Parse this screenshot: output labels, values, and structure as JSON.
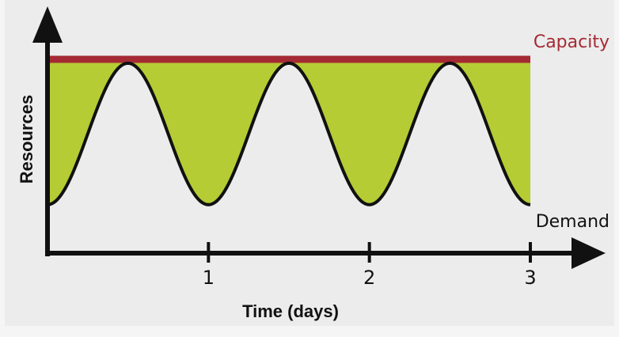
{
  "chart_data": {
    "type": "area",
    "xlabel": "Time (days)",
    "ylabel": "Resources",
    "xticks": [
      1,
      2,
      3
    ],
    "xlim": [
      0,
      3
    ],
    "ylim": [
      0,
      1.3
    ],
    "grid": false,
    "legend": "none",
    "series": [
      {
        "name": "Capacity",
        "color": "#a52a34",
        "x": [
          0,
          3
        ],
        "values": [
          1.0,
          1.0
        ]
      },
      {
        "name": "Demand",
        "color": "#111111",
        "x": [
          0,
          0.5,
          1,
          1.5,
          2,
          2.5,
          3
        ],
        "values": [
          0.25,
          0.98,
          0.25,
          0.98,
          0.25,
          0.98,
          0.25
        ]
      }
    ],
    "fill_between": {
      "between": [
        "Capacity",
        "Demand"
      ],
      "color": "#b5cc34"
    }
  }
}
